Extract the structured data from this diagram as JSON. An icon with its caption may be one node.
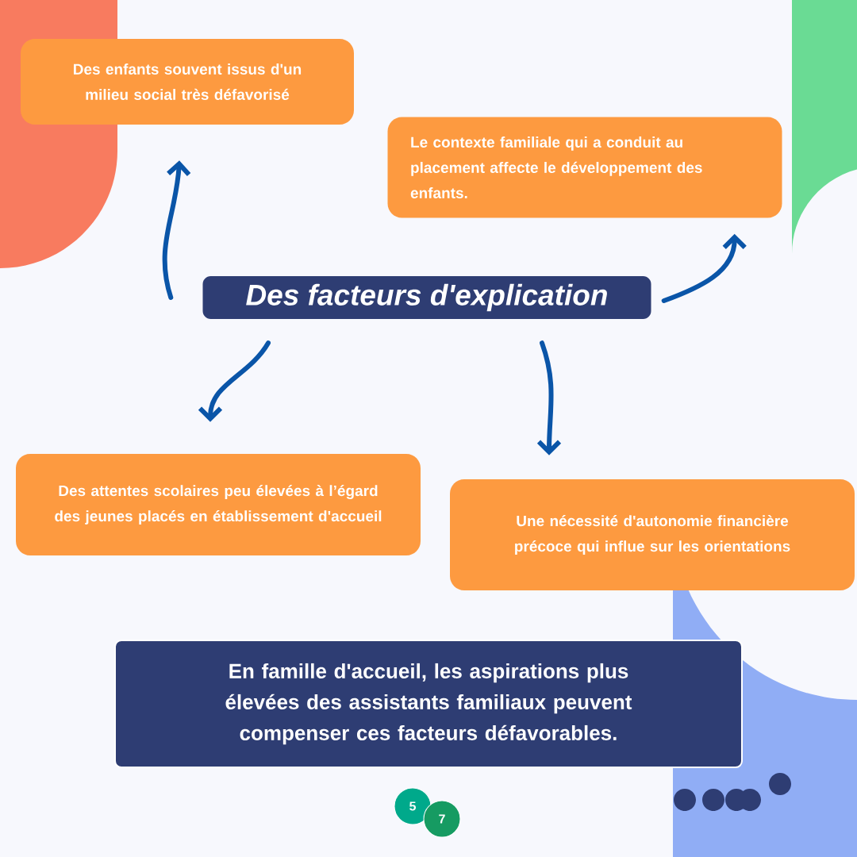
{
  "diagram": {
    "nodes": [
      {
        "text": [
          "Des facteurs d'explication"
        ]
      },
      {
        "text": [
          "Des enfants souvent issus d'un milieu social très défavorisé"
        ]
      },
      {
        "text": [
          "Le contexte familiale qui a conduit au placement affecte le développement des enfants."
        ]
      },
      {
        "text": [
          "Des attentes scolaires peu élevées à l’égard des jeunes placés en établissement d'accueil"
        ]
      },
      {
        "text": [
          "Une nécessité d'autonomie financière précoce qui influe sur les orientations"
        ]
      },
      {
        "text": [
          "En famille d'accueil, les aspirations plus élevées des assistants familiaux peuvent compenser ces facteurs défavorables."
        ]
      },
      {
        "text": [
          "5"
        ]
      },
      {
        "text": [
          "7"
        ]
      }
    ],
    "edges": [
      {
        "from": 0,
        "to": 1,
        "arrow": "to"
      },
      {
        "from": 0,
        "to": 2,
        "arrow": "to"
      },
      {
        "from": 0,
        "to": 3,
        "arrow": "to"
      },
      {
        "from": 0,
        "to": 4,
        "arrow": "to"
      }
    ]
  }
}
